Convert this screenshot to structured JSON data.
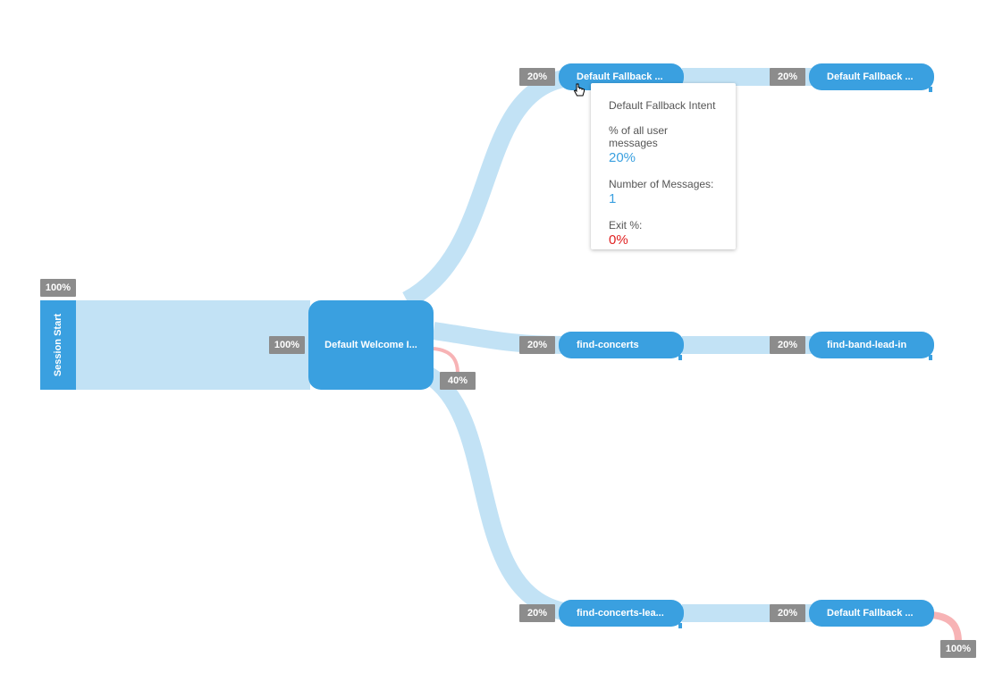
{
  "colors": {
    "node": "#3aa0e0",
    "link": "#c2e2f5",
    "exit_link": "#f7b3b5",
    "badge": "#8c8c8c",
    "exit_value": "#e02020"
  },
  "flow": {
    "session_start": {
      "label": "Session Start",
      "badge": "100%"
    },
    "welcome": {
      "label": "Default Welcome I...",
      "badge": "100%",
      "exit_badge": "40%"
    },
    "step1": {
      "top": {
        "label": "Default Fallback ...",
        "badge": "20%"
      },
      "middle": {
        "label": "find-concerts",
        "badge": "20%"
      },
      "bottom": {
        "label": "find-concerts-lea...",
        "badge": "20%"
      }
    },
    "step2": {
      "top": {
        "label": "Default Fallback ...",
        "badge": "20%"
      },
      "middle": {
        "label": "find-band-lead-in",
        "badge": "20%"
      },
      "bottom": {
        "label": "Default Fallback ...",
        "badge": "20%",
        "exit_badge": "100%"
      }
    }
  },
  "tooltip": {
    "title": "Default Fallback Intent",
    "pct_label": "% of all user messages",
    "pct_value": "20%",
    "count_label": "Number of Messages:",
    "count_value": "1",
    "exit_label": "Exit %:",
    "exit_value": "0%"
  }
}
